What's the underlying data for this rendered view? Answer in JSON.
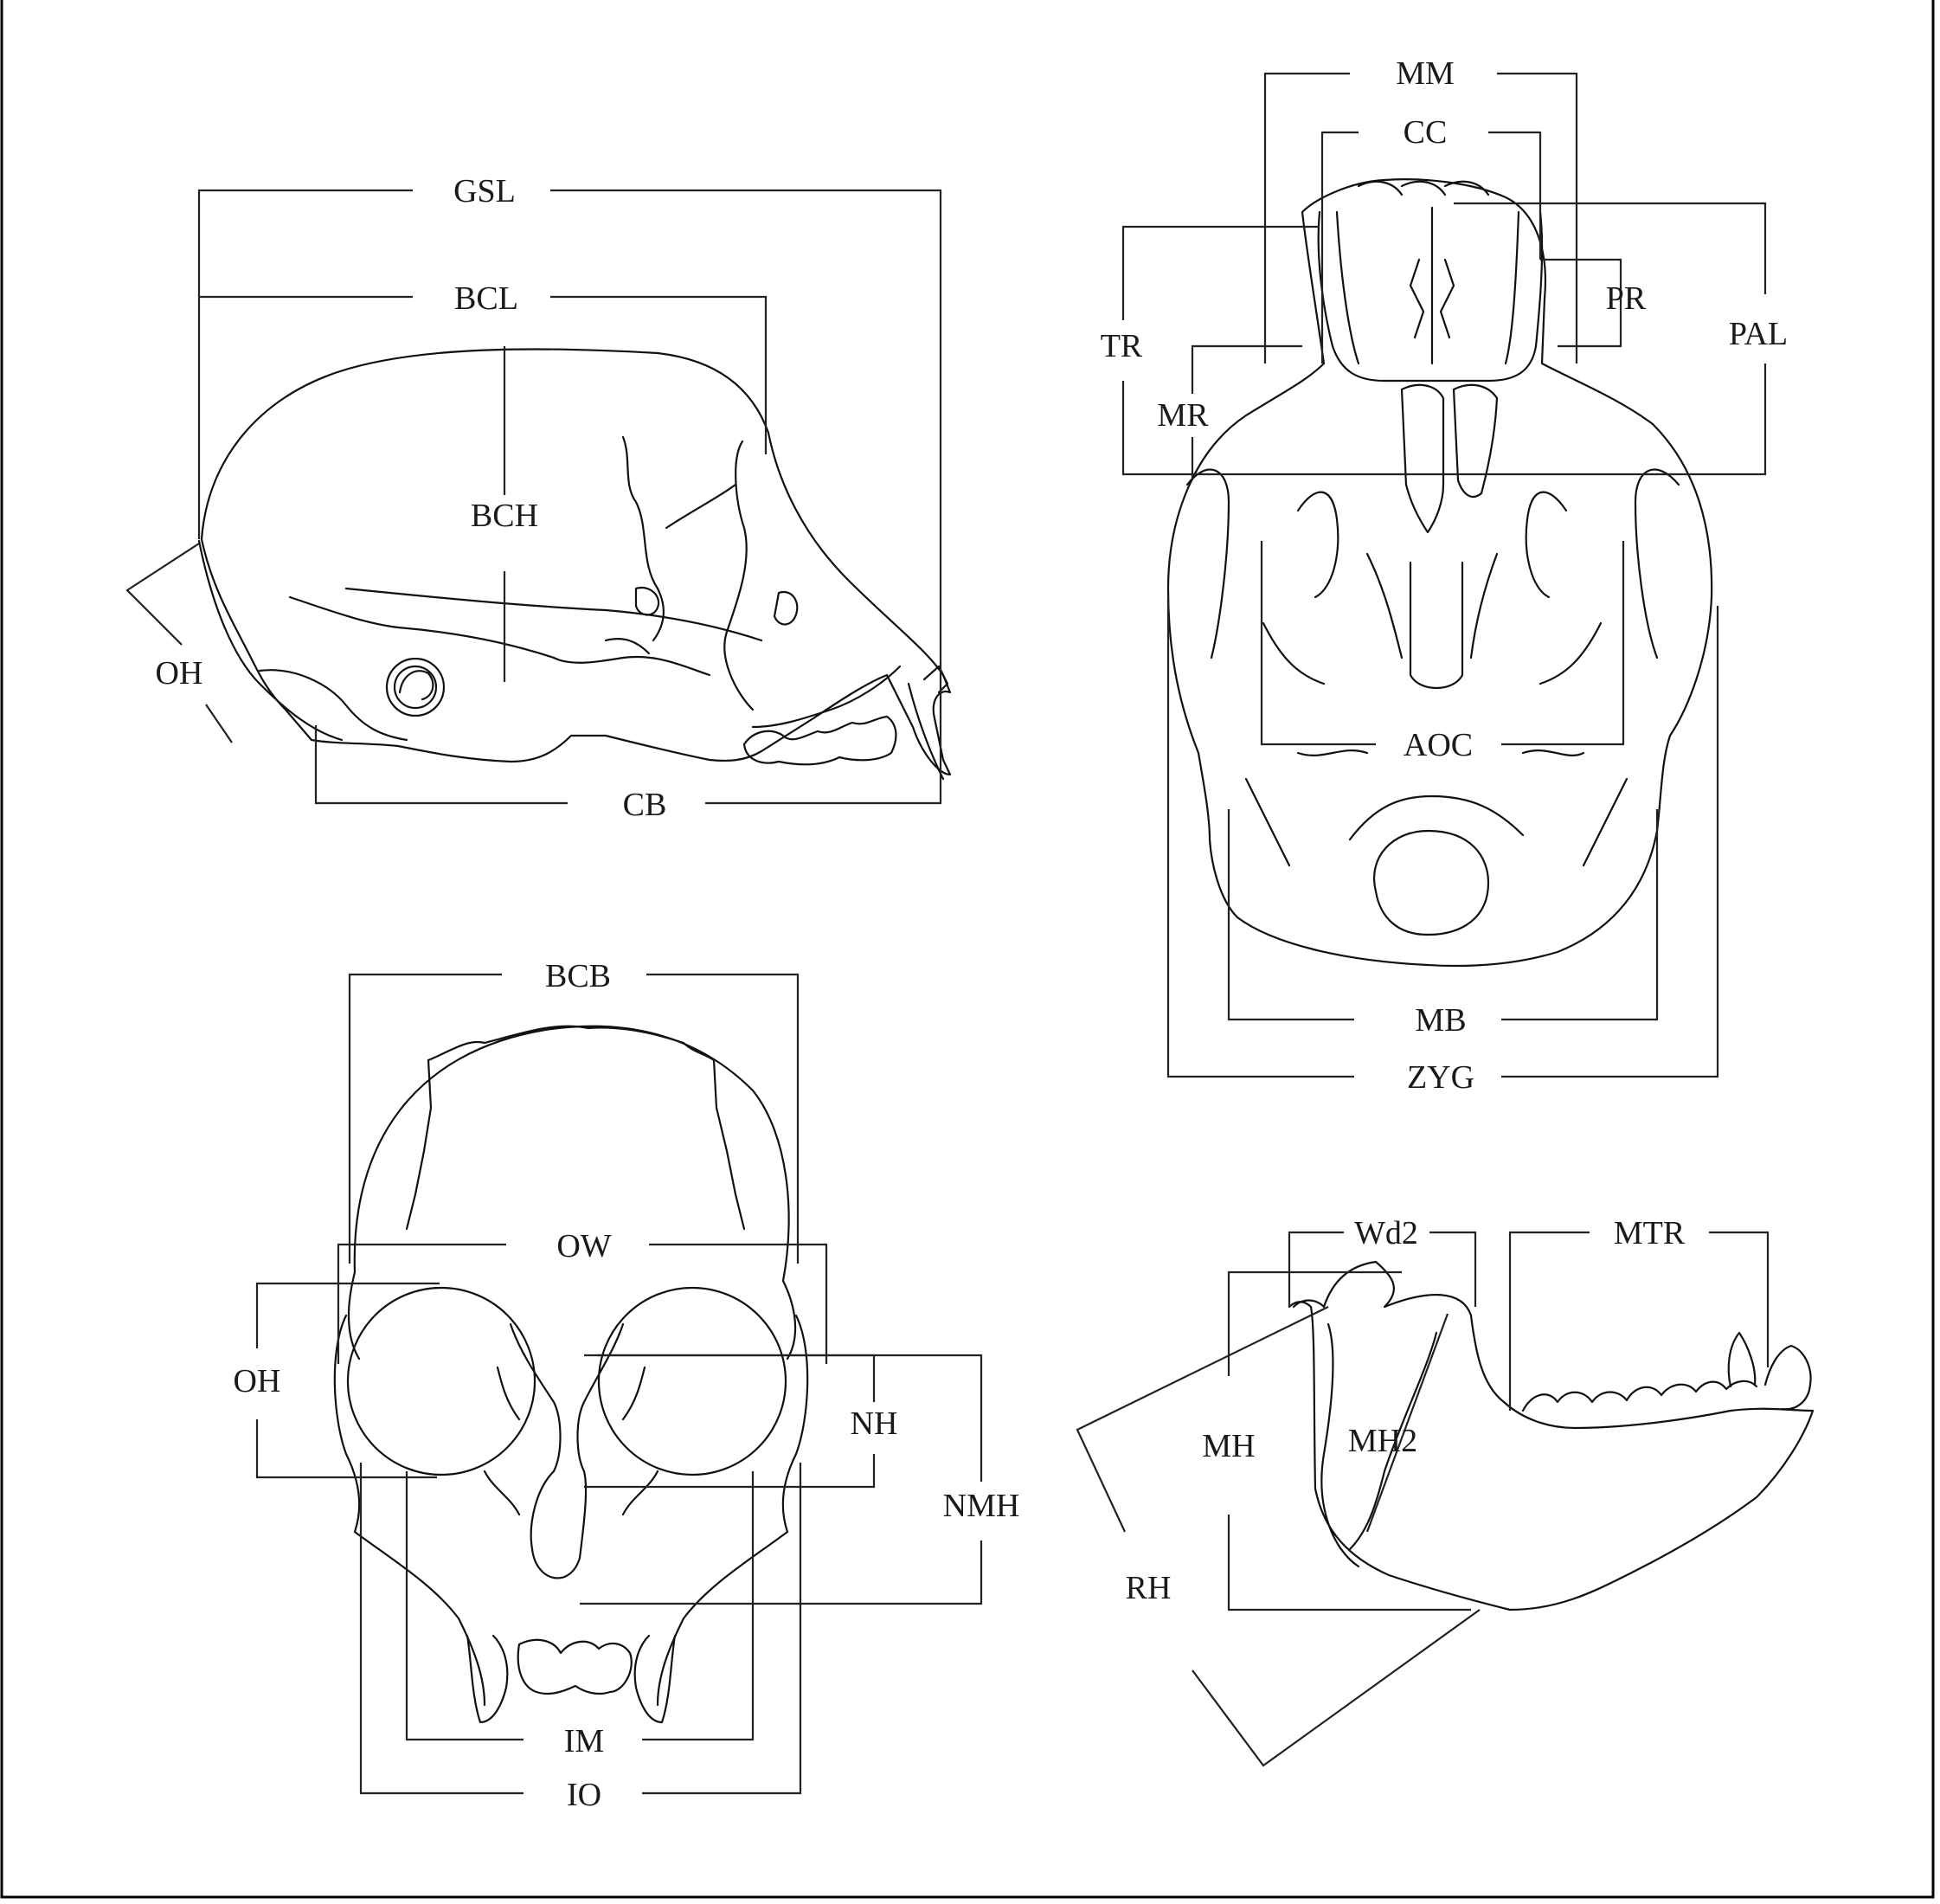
{
  "figure": {
    "stroke_color": "#111111",
    "background": "#ffffff",
    "panels": [
      {
        "key": "lateral",
        "labels": [
          "GSL",
          "BCL",
          "BCH",
          "OH",
          "CB"
        ]
      },
      {
        "key": "basal",
        "labels": [
          "MM",
          "CC",
          "PR",
          "PAL",
          "TR",
          "MR",
          "AOC",
          "MB",
          "ZYG"
        ]
      },
      {
        "key": "frontal",
        "labels": [
          "BCB",
          "OW",
          "OH",
          "NH",
          "NMH",
          "IM",
          "IO"
        ]
      },
      {
        "key": "mandible",
        "labels": [
          "Wd2",
          "MTR",
          "MH",
          "MH2",
          "RH"
        ]
      }
    ]
  }
}
